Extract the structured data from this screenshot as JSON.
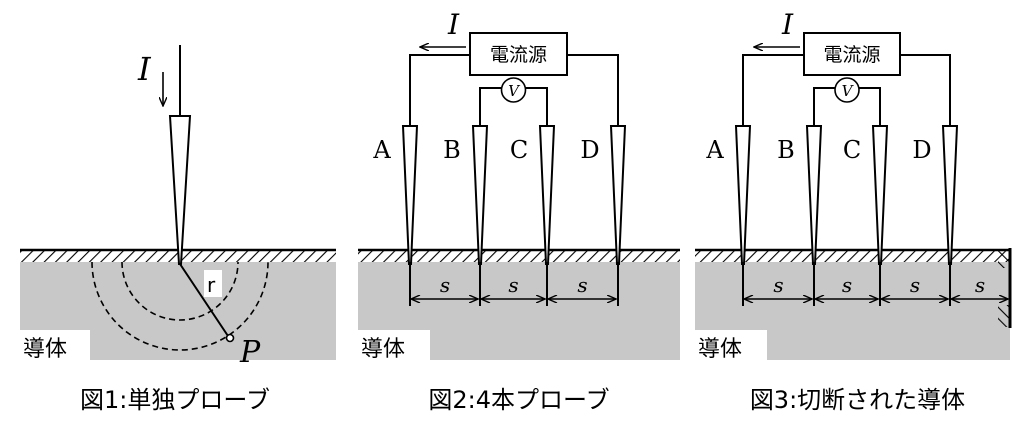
{
  "figures": [
    {
      "caption": "図1:単独プローブ",
      "conductor_label": "導体",
      "current_label": "I",
      "radius_label": "r",
      "point_label": "P"
    },
    {
      "caption": "図2:4本プローブ",
      "conductor_label": "導体",
      "current_label": "I",
      "source_label": "電流源",
      "voltmeter_label": "V",
      "probe_labels": [
        "A",
        "B",
        "C",
        "D"
      ],
      "spacing_label": "s"
    },
    {
      "caption": "図3:切断された導体",
      "conductor_label": "導体",
      "current_label": "I",
      "source_label": "電流源",
      "voltmeter_label": "V",
      "probe_labels": [
        "A",
        "B",
        "C",
        "D"
      ],
      "spacing_label": "s"
    }
  ],
  "colors": {
    "conductor": "#c8c8c8",
    "line": "#000000"
  }
}
